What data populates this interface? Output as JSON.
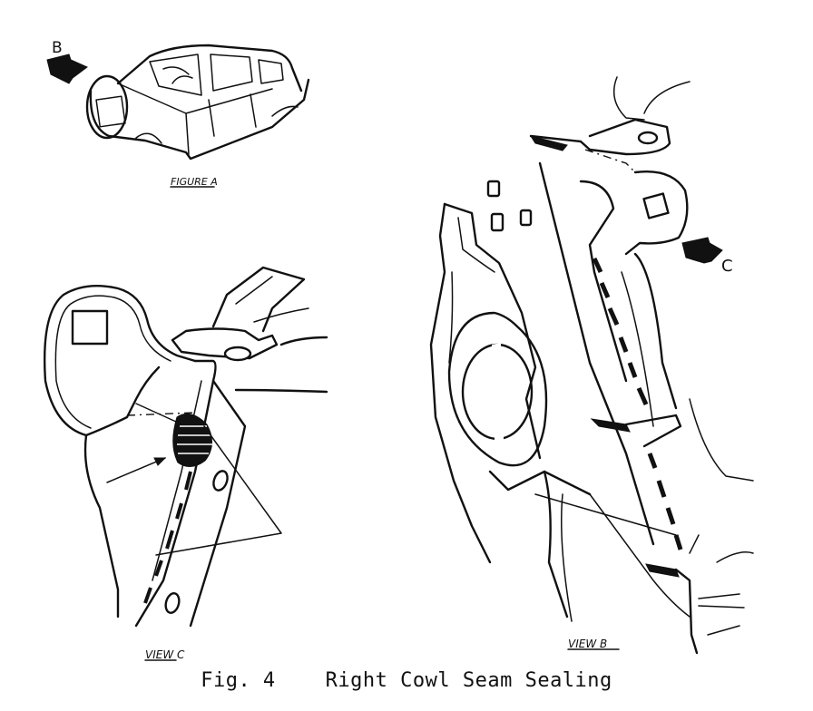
{
  "figure": {
    "caption": "Fig. 4    Right Cowl Seam Sealing",
    "figure_a_label": "FIGURE A",
    "view_b_label": "VIEW B",
    "view_c_label": "VIEW C",
    "arrow_b_letter": "B",
    "arrow_c_letter": "C"
  }
}
